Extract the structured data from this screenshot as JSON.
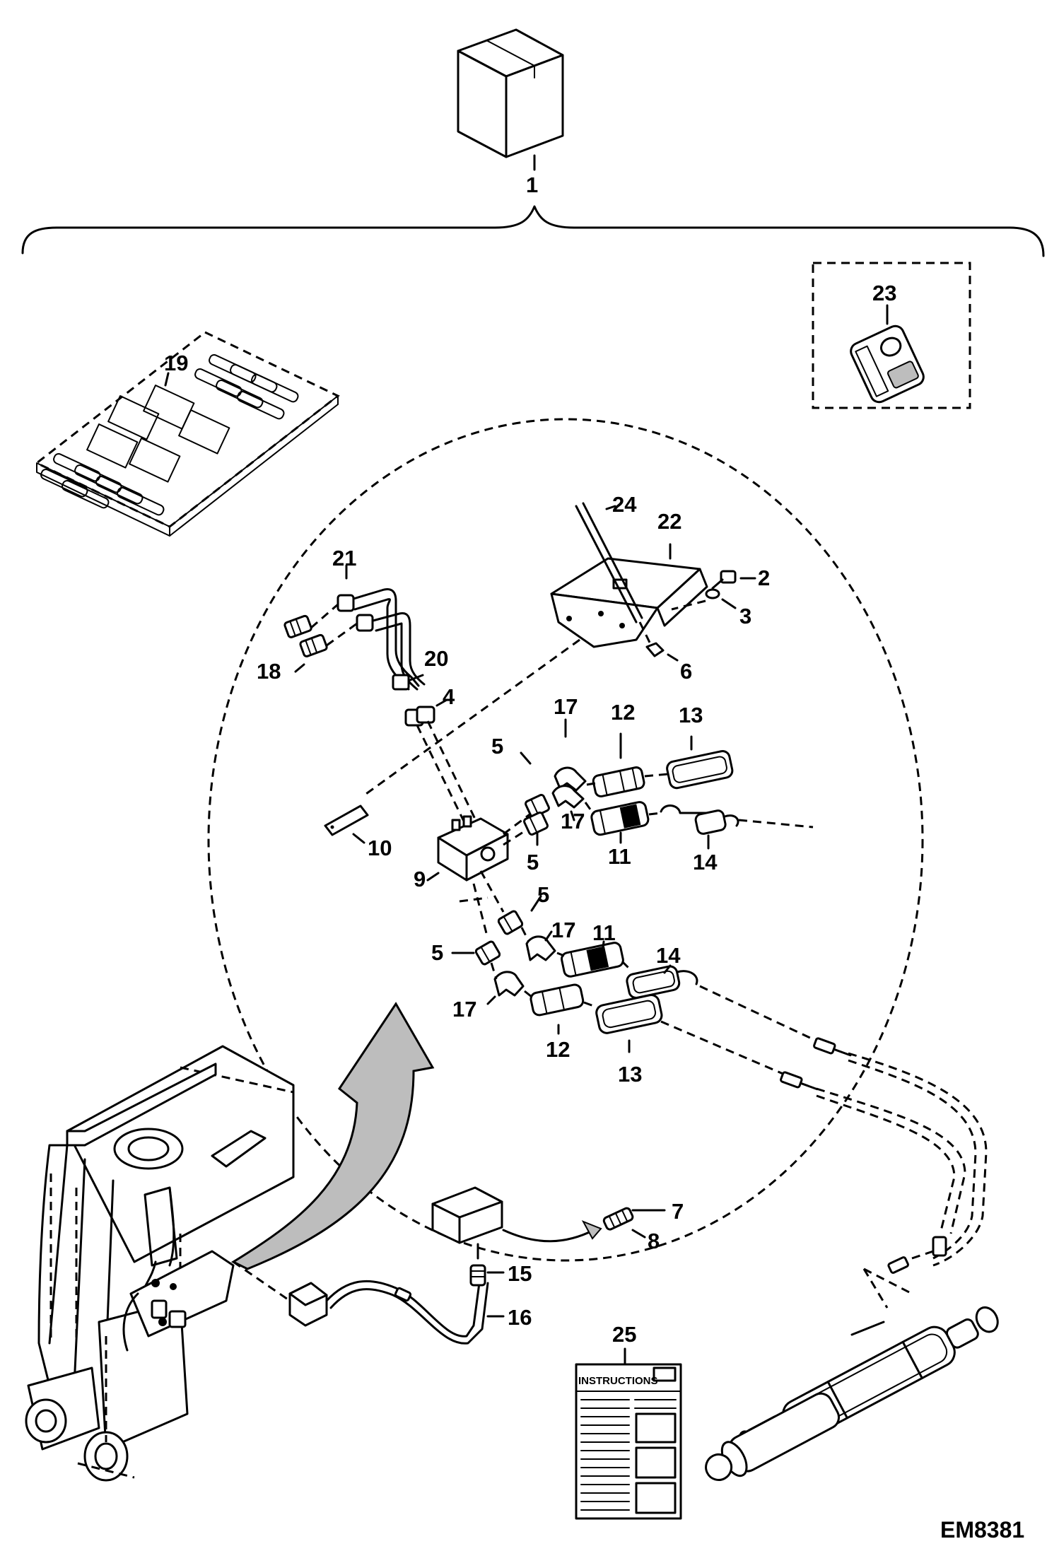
{
  "figure_id": "EM8381",
  "instructions_label": "INSTRUCTIONS",
  "callouts": {
    "c1": "1",
    "c2": "2",
    "c3": "3",
    "c4": "4",
    "c5a": "5",
    "c5b": "5",
    "c5c": "5",
    "c5d": "5",
    "c6": "6",
    "c7": "7",
    "c8": "8",
    "c9": "9",
    "c10": "10",
    "c11a": "11",
    "c11b": "11",
    "c12a": "12",
    "c12b": "12",
    "c13a": "13",
    "c13b": "13",
    "c14a": "14",
    "c14b": "14",
    "c15": "15",
    "c16": "16",
    "c17a": "17",
    "c17b": "17",
    "c17c": "17",
    "c17d": "17",
    "c18": "18",
    "c19": "19",
    "c20": "20",
    "c21": "21",
    "c22": "22",
    "c23": "23",
    "c24": "24",
    "c25": "25"
  },
  "colors": {
    "line": "#000000",
    "arrow_fill": "#bdbdbd",
    "background": "#ffffff"
  }
}
